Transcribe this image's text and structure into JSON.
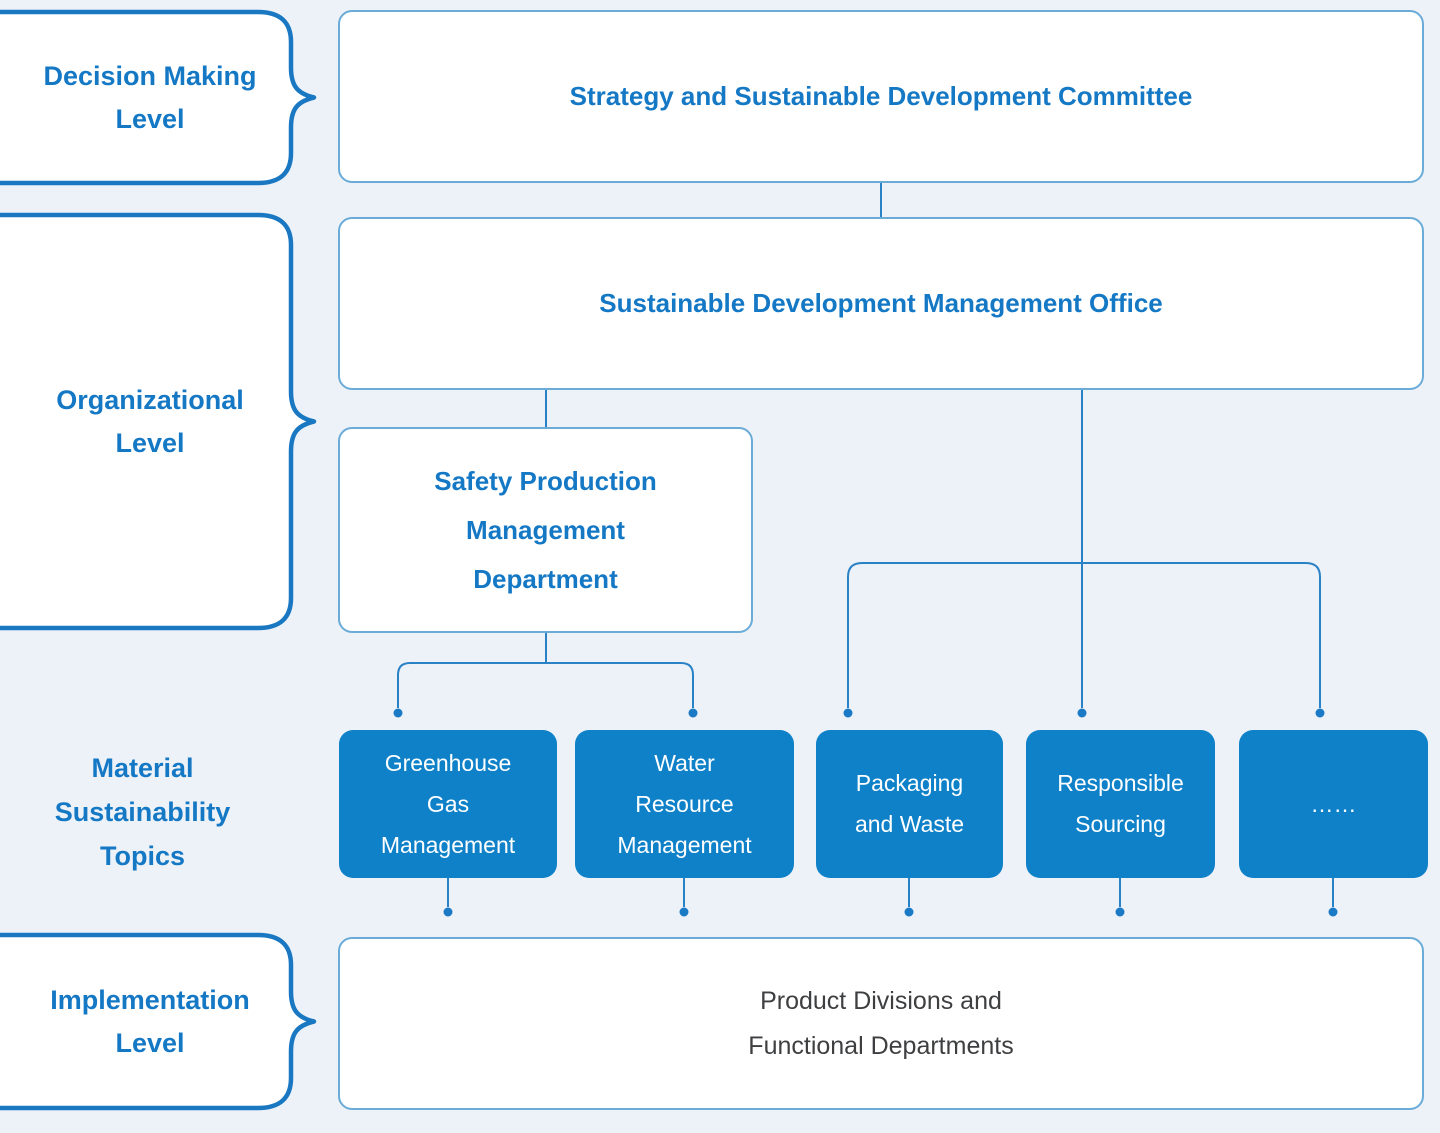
{
  "colors": {
    "background": "#edf2f8",
    "accent_blue_text": "#1478c5",
    "thin_box_border": "#6aabd8",
    "brace_border": "#1a78c2",
    "topic_box_fill": "#0f81c8",
    "connector_line": "#2a82c6",
    "dark_text": "#3e3f41"
  },
  "levels": {
    "decision": {
      "label": "Decision Making\nLevel"
    },
    "organizational": {
      "label": "Organizational\nLevel"
    },
    "material": {
      "label": "Material\nSustainability\nTopics"
    },
    "implementation": {
      "label": "Implementation\nLevel"
    }
  },
  "nodes": {
    "committee": "Strategy and Sustainable Development Committee",
    "office": "Sustainable Development Management Office",
    "safety": "Safety Production\nManagement\nDepartment",
    "topics": [
      "Greenhouse\nGas\nManagement",
      "Water\nResource\nManagement",
      "Packaging\nand Waste",
      "Responsible\nSourcing",
      "……"
    ],
    "implementation_box": "Product Divisions and\nFunctional Departments"
  }
}
